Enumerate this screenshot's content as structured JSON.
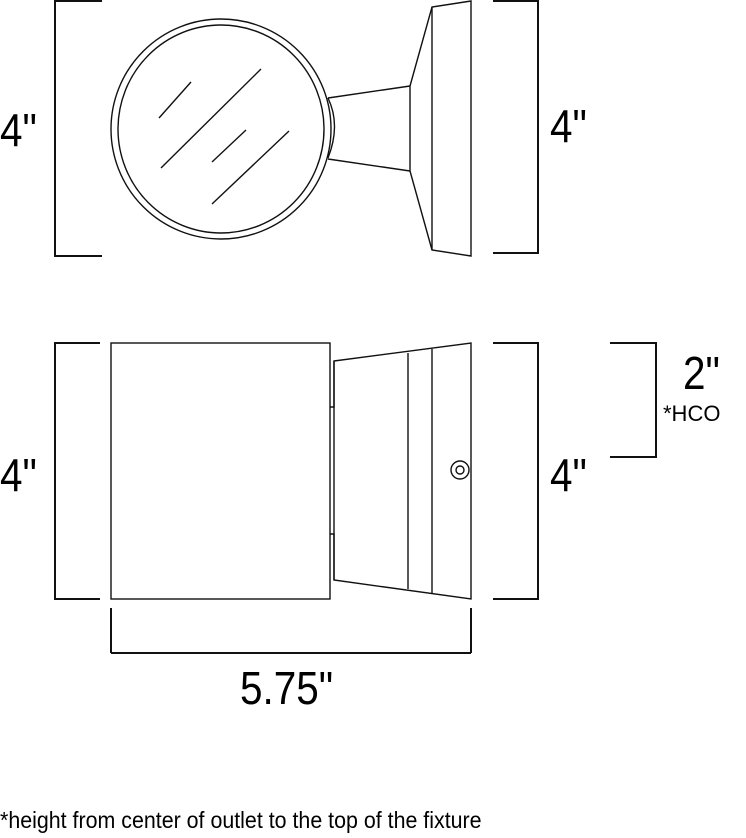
{
  "diagram": {
    "type": "technical-dimension-drawing",
    "colors": {
      "stroke": "#111111",
      "background": "#ffffff",
      "text": "#000000"
    },
    "top_view": {
      "left_dimension": "4\"",
      "right_dimension": "4\""
    },
    "side_view": {
      "left_dimension": "4\"",
      "right_dimension": "4\"",
      "hco_dimension": "2\"",
      "hco_label": "*HCO",
      "width_dimension": "5.75\""
    },
    "footnote": "*height from center of outlet to the top of the fixture"
  }
}
